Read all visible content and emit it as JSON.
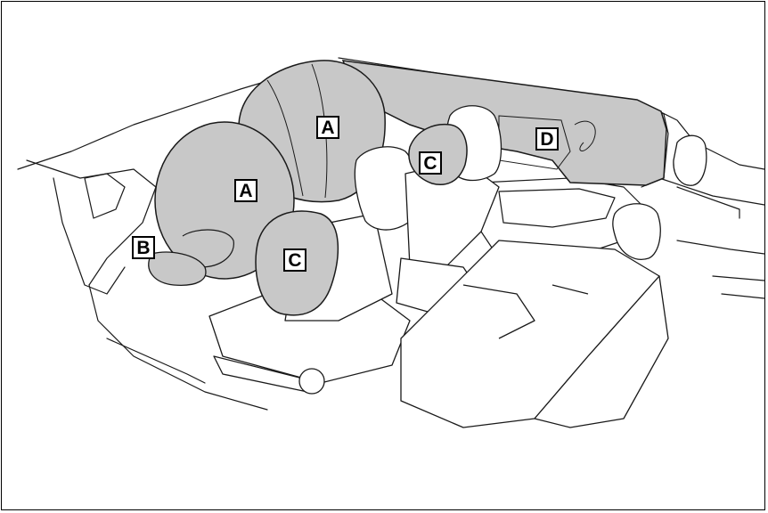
{
  "callouts": {
    "a_top": "A",
    "a_front": "A",
    "b_knee": "B",
    "c_front": "C",
    "c_rear": "C",
    "d_curtain": "D"
  },
  "colors": {
    "airbag_fill": "#c8c8c8",
    "outline": "#1a1a1a",
    "background": "#ffffff"
  }
}
